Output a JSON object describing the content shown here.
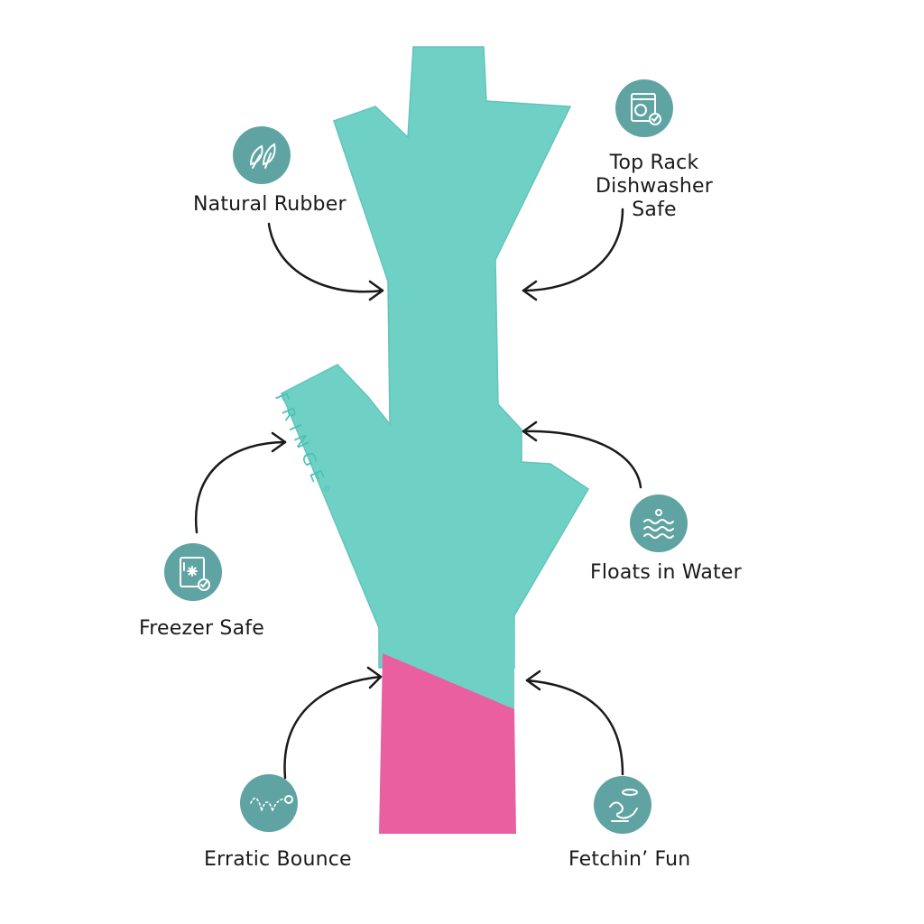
{
  "colors": {
    "toy_teal": "#6fd0c6",
    "toy_teal_edge": "#62c4ba",
    "toy_pink": "#e95f9f",
    "icon_teal": "#5fa4a2",
    "ink": "#1a1a1a"
  },
  "brand": {
    "name": "FRINGE",
    "mark": "®"
  },
  "features": [
    {
      "label": "Natural Rubber",
      "icon": "leaf-icon"
    },
    {
      "label": "Top Rack\nDishwasher Safe",
      "icon": "dishwasher-icon"
    },
    {
      "label": "Freezer Safe",
      "icon": "freezer-icon"
    },
    {
      "label": "Floats in Water",
      "icon": "waves-icon"
    },
    {
      "label": "Erratic Bounce",
      "icon": "bounce-icon"
    },
    {
      "label": "Fetchin’ Fun",
      "icon": "fetch-icon"
    }
  ]
}
